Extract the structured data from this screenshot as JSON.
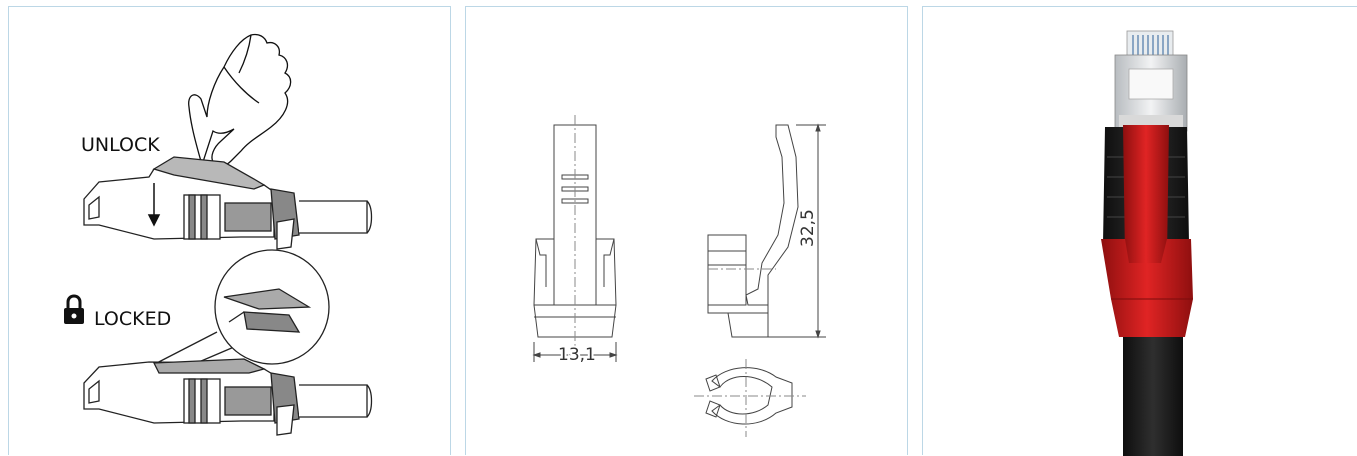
{
  "panels": {
    "instructions": {
      "unlock_label": "UNLOCK",
      "locked_label": "LOCKED",
      "icons": [
        "hand-icon",
        "lock-icon",
        "down-arrow-icon"
      ]
    },
    "dimensions": {
      "width_label": "13,1",
      "height_label": "32,5"
    },
    "photo": {
      "colors": {
        "boot_black": "#1e1e1e",
        "latch_red": "#d21c1c",
        "plug_silver": "#cfd3d6",
        "cable_black": "#111111"
      }
    }
  }
}
